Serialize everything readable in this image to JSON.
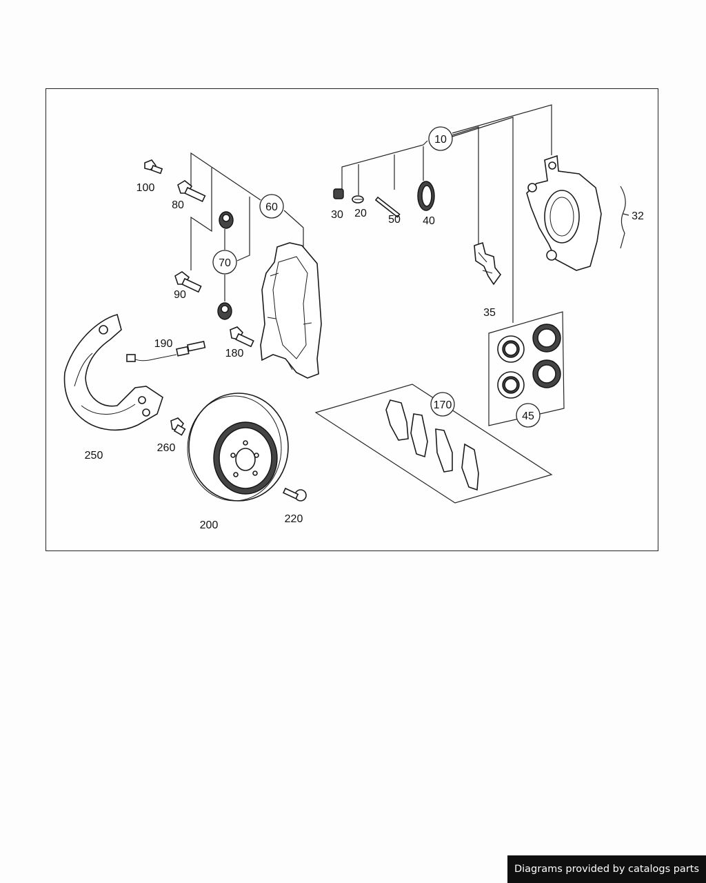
{
  "callouts": {
    "c10": "10",
    "c20": "20",
    "c30": "30",
    "c32": "32",
    "c35": "35",
    "c40": "40",
    "c45": "45",
    "c50": "50",
    "c60": "60",
    "c70": "70",
    "c80": "80",
    "c90": "90",
    "c100": "100",
    "c170": "170",
    "c180": "180",
    "c190": "190",
    "c200": "200",
    "c220": "220",
    "c250": "250",
    "c260": "260"
  },
  "footer": {
    "credit": "Diagrams provided by catalogs parts"
  }
}
